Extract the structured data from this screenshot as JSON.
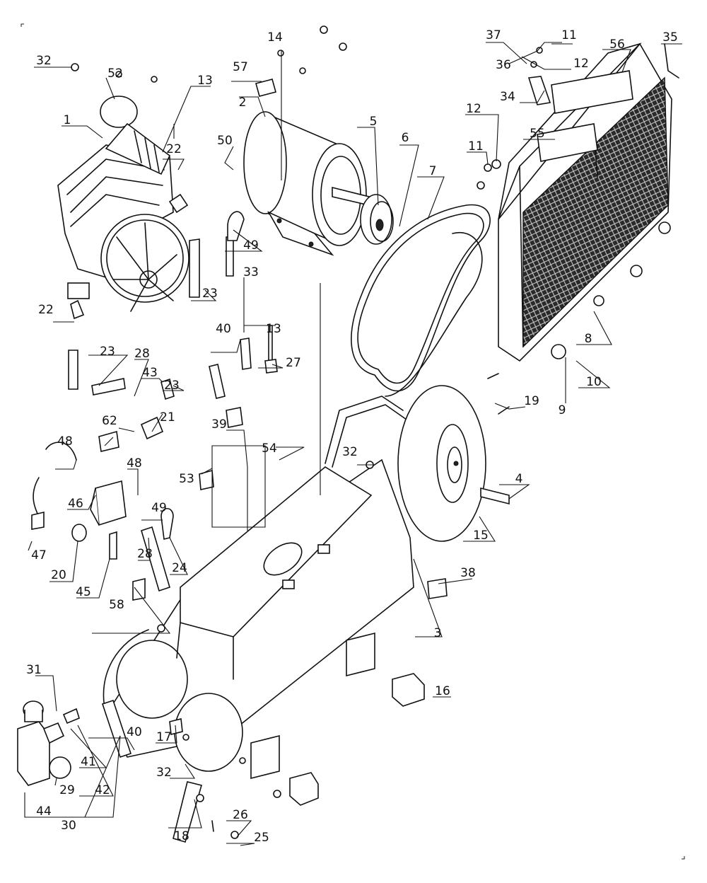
{
  "diagram": {
    "kind": "exploded-parts-view",
    "line_color": "#111111",
    "background": "#ffffff"
  },
  "callouts": {
    "c1": "1",
    "c2": "2",
    "c3": "3",
    "c4": "4",
    "c5": "5",
    "c6": "6",
    "c7": "7",
    "c8": "8",
    "c9": "9",
    "c10": "10",
    "c11a": "11",
    "c11b": "11",
    "c12a": "12",
    "c12b": "12",
    "c13a": "13",
    "c13b": "13",
    "c14": "14",
    "c15": "15",
    "c16": "16",
    "c17": "17",
    "c18": "18",
    "c19": "19",
    "c20": "20",
    "c21": "21",
    "c22a": "22",
    "c22b": "22",
    "c23a": "23",
    "c23b": "23",
    "c23c": "23",
    "c24": "24",
    "c25": "25",
    "c26": "26",
    "c27": "27",
    "c28a": "28",
    "c28b": "28",
    "c29": "29",
    "c30": "30",
    "c31": "31",
    "c32a": "32",
    "c32b": "32",
    "c32c": "32",
    "c33": "33",
    "c34": "34",
    "c35": "35",
    "c36": "36",
    "c37": "37",
    "c38": "38",
    "c39": "39",
    "c40a": "40",
    "c40b": "40",
    "c41": "41",
    "c42": "42",
    "c43": "43",
    "c44": "44",
    "c45": "45",
    "c46": "46",
    "c47": "47",
    "c48a": "48",
    "c48b": "48",
    "c49a": "49",
    "c49b": "49",
    "c50": "50",
    "c52": "52",
    "c53": "53",
    "c54": "54",
    "c55": "55",
    "c56": "56",
    "c57": "57",
    "c58": "58",
    "c62": "62"
  }
}
